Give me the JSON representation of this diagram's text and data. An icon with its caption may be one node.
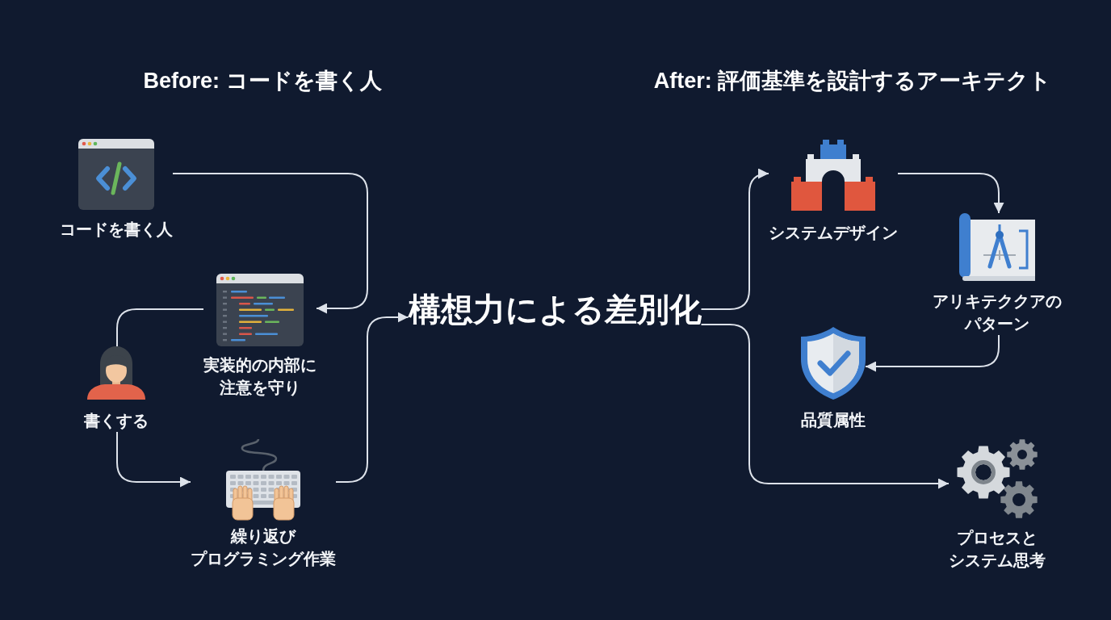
{
  "diagram": {
    "nodes": [
      {
        "text": [
          "コードを書く人"
        ]
      },
      {
        "text": [
          "実装的の内部に注意を守り"
        ]
      },
      {
        "text": [
          "書くする"
        ]
      },
      {
        "text": [
          "繰り返びプログラミング作業"
        ]
      },
      {
        "text": [
          "構想力による差別化"
        ]
      },
      {
        "text": [
          "システムデザイン"
        ]
      },
      {
        "text": [
          "アリキテククアのパターン"
        ]
      },
      {
        "text": [
          "品質属性"
        ]
      },
      {
        "text": [
          "プロセスとシステム思考"
        ]
      }
    ],
    "edges": [
      {
        "from": 0,
        "to": 1,
        "arrow": "to"
      },
      {
        "from": 1,
        "to": 2,
        "arrow": "none"
      },
      {
        "from": 2,
        "to": 3,
        "arrow": "to"
      },
      {
        "from": 3,
        "to": 4,
        "arrow": "to"
      },
      {
        "from": 4,
        "to": 5,
        "arrow": "to"
      },
      {
        "from": 4,
        "to": 8,
        "arrow": "to"
      },
      {
        "from": 5,
        "to": 6,
        "arrow": "to"
      },
      {
        "from": 6,
        "to": 7,
        "arrow": "to"
      }
    ],
    "labels": [
      "Before: コードを書く人",
      "After: 評価基準を設計するアーキテクト"
    ]
  }
}
